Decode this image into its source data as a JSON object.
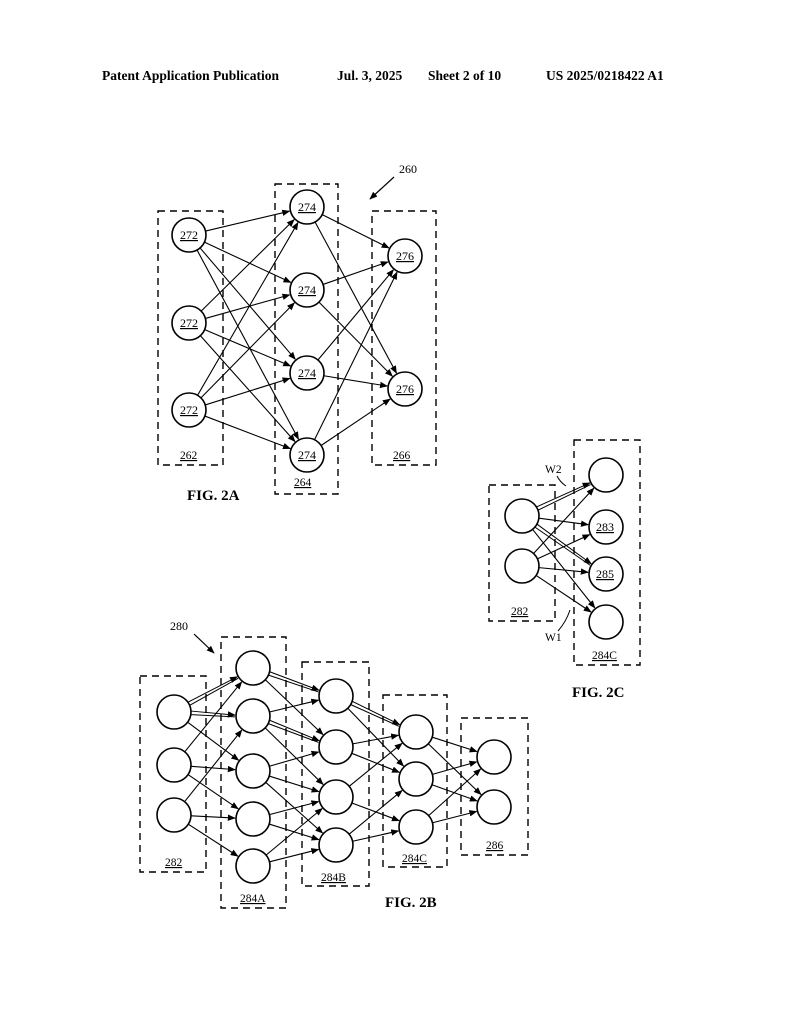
{
  "header": {
    "publication": "Patent Application Publication",
    "date": "Jul. 3, 2025",
    "sheet": "Sheet 2 of 10",
    "number": "US 2025/0218422 A1"
  },
  "fig2a": {
    "caption": "FIG. 2A",
    "ref": "260",
    "layers": [
      {
        "label": "262",
        "nodes": [
          "272",
          "272",
          "272"
        ]
      },
      {
        "label": "264",
        "nodes": [
          "274",
          "274",
          "274",
          "274"
        ]
      },
      {
        "label": "266",
        "nodes": [
          "276",
          "276"
        ]
      }
    ]
  },
  "fig2b": {
    "caption": "FIG. 2B",
    "ref": "280",
    "layers": [
      "282",
      "284A",
      "284B",
      "284C",
      "286"
    ]
  },
  "fig2c": {
    "caption": "FIG. 2C",
    "input_label": "282",
    "output_label": "284C",
    "node_labels": [
      "283",
      "285"
    ],
    "w2": "W2",
    "w1": "W1"
  }
}
